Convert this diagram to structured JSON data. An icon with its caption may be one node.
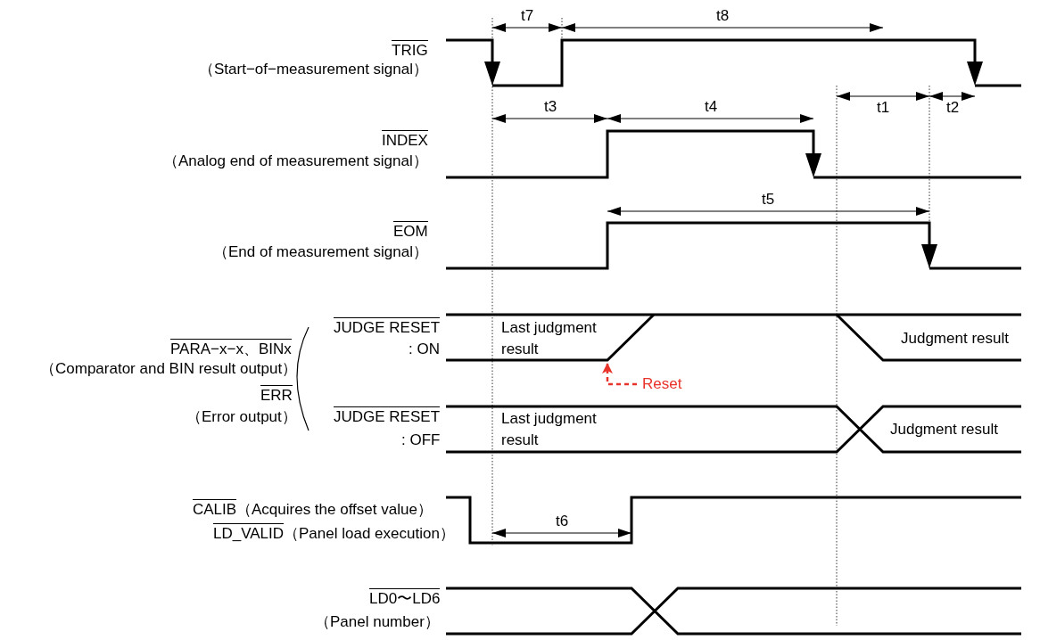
{
  "diagram": {
    "nodes": [
      {
        "text": [
          "Reset"
        ]
      },
      {
        "text": [],
        "shape": "line"
      }
    ],
    "edges": [
      {
        "from": 0,
        "to": 1,
        "arrow": "to",
        "style": "dashed",
        "color": "#e8332b"
      }
    ],
    "labels": [
      "t7",
      "t8",
      "TRIG",
      "（Start−of−measurement signal）",
      "t3",
      "t4",
      "t1",
      "t2",
      "INDEX",
      "（Analog end of measurement signal）",
      "t5",
      "EOM",
      "（End of measurement signal）",
      "JUDGE RESET",
      "Last judgment result",
      "PARA−x−x、BINx",
      ": ON",
      "Judgment result",
      "（Comparator and BIN result output）",
      "ERR",
      "（Error output）",
      "JUDGE RESET",
      "Last judgment result",
      "Judgment result",
      ": OFF",
      "CALIB",
      "（Acquires the offset value）",
      "t6",
      "LD_VALID",
      "（Panel load execution）",
      "LD0〜LD6",
      "（Panel number）"
    ]
  }
}
